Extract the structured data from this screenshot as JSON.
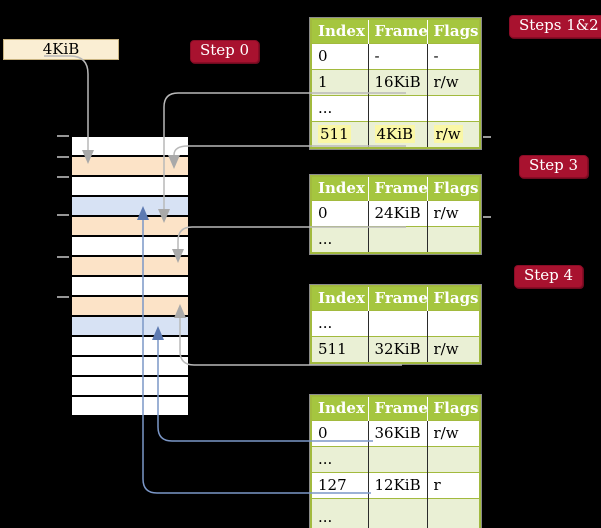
{
  "figure": {
    "register_box": {
      "label": "4KiB"
    },
    "badges": {
      "step0": {
        "label": "Step 0"
      },
      "steps12": {
        "label": "Steps 1&2"
      },
      "step3": {
        "label": "Step 3"
      },
      "step4": {
        "label": "Step 4"
      }
    },
    "memory": {
      "frames": [
        {
          "type": "free"
        },
        {
          "type": "page-table"
        },
        {
          "type": "free"
        },
        {
          "type": "data-page"
        },
        {
          "type": "page-table"
        },
        {
          "type": "free"
        },
        {
          "type": "page-table"
        },
        {
          "type": "free"
        },
        {
          "type": "page-table"
        },
        {
          "type": "data-page"
        },
        {
          "type": "free"
        },
        {
          "type": "free"
        },
        {
          "type": "free"
        },
        {
          "type": "free"
        }
      ]
    },
    "tables": [
      {
        "id": "level-1",
        "columns": [
          "Index",
          "Frame",
          "Flags"
        ],
        "rows": [
          {
            "cells": [
              "0",
              "-",
              "-"
            ],
            "shaded": false,
            "highlight": false,
            "link": false
          },
          {
            "cells": [
              "1",
              "16KiB",
              "r/w"
            ],
            "shaded": true,
            "highlight": false,
            "link": true
          },
          {
            "cells": [
              "...",
              "",
              ""
            ],
            "shaded": false,
            "highlight": false,
            "link": false
          },
          {
            "cells": [
              "511",
              "4KiB",
              "r/w"
            ],
            "shaded": true,
            "highlight": true,
            "link": true
          }
        ]
      },
      {
        "id": "level-2",
        "columns": [
          "Index",
          "Frame",
          "Flags"
        ],
        "rows": [
          {
            "cells": [
              "0",
              "24KiB",
              "r/w"
            ],
            "shaded": false,
            "highlight": false,
            "link": true
          },
          {
            "cells": [
              "...",
              "",
              ""
            ],
            "shaded": true,
            "highlight": false,
            "link": false
          }
        ]
      },
      {
        "id": "level-3",
        "columns": [
          "Index",
          "Frame",
          "Flags"
        ],
        "rows": [
          {
            "cells": [
              "...",
              "",
              ""
            ],
            "shaded": false,
            "highlight": false,
            "link": false
          },
          {
            "cells": [
              "511",
              "32KiB",
              "r/w"
            ],
            "shaded": true,
            "highlight": false,
            "link": true
          }
        ]
      },
      {
        "id": "level-4",
        "columns": [
          "Index",
          "Frame",
          "Flags"
        ],
        "rows": [
          {
            "cells": [
              "0",
              "36KiB",
              "r/w"
            ],
            "shaded": false,
            "highlight": false,
            "link": true
          },
          {
            "cells": [
              "...",
              "",
              ""
            ],
            "shaded": true,
            "highlight": false,
            "link": false
          },
          {
            "cells": [
              "127",
              "12KiB",
              "r"
            ],
            "shaded": false,
            "highlight": false,
            "link": true
          },
          {
            "cells": [
              "...",
              "",
              ""
            ],
            "shaded": true,
            "highlight": false,
            "link": false
          }
        ]
      }
    ],
    "connections": [
      {
        "from": "register 4KiB",
        "to": "frame 4KiB (page table, level 1)",
        "color": "gray"
      },
      {
        "from": "level-1 entry 1 16KiB",
        "to": "frame 16KiB (page table, level 2)",
        "color": "gray"
      },
      {
        "from": "level-1 entry 511 4KiB",
        "to": "frame 4KiB (page table, level 1)",
        "color": "gray"
      },
      {
        "from": "level-2 entry 0 24KiB",
        "to": "frame 24KiB (page table, level 3)",
        "color": "gray"
      },
      {
        "from": "level-3 entry 511 32KiB",
        "to": "frame 32KiB (page table, level 4)",
        "color": "gray"
      },
      {
        "from": "level-4 entry 0 36KiB",
        "to": "frame 36KiB (data page)",
        "color": "blue"
      },
      {
        "from": "level-4 entry 127 12KiB",
        "to": "frame 12KiB (data page)",
        "color": "blue"
      }
    ],
    "colors": {
      "badge_red": "#a8122f",
      "table_header_green": "#a5c63f",
      "table_row_green": "#eaf0d5",
      "table_border_olive": "#a2ba3e",
      "frame_peach": "#fce3c7",
      "frame_blue": "#d7e2f4",
      "highlight_yellow": "#faf7a6",
      "register_box_cream": "#faeed3",
      "arrow_gray": "#b9b9b9",
      "arrow_blue": "#7b97c7"
    }
  }
}
